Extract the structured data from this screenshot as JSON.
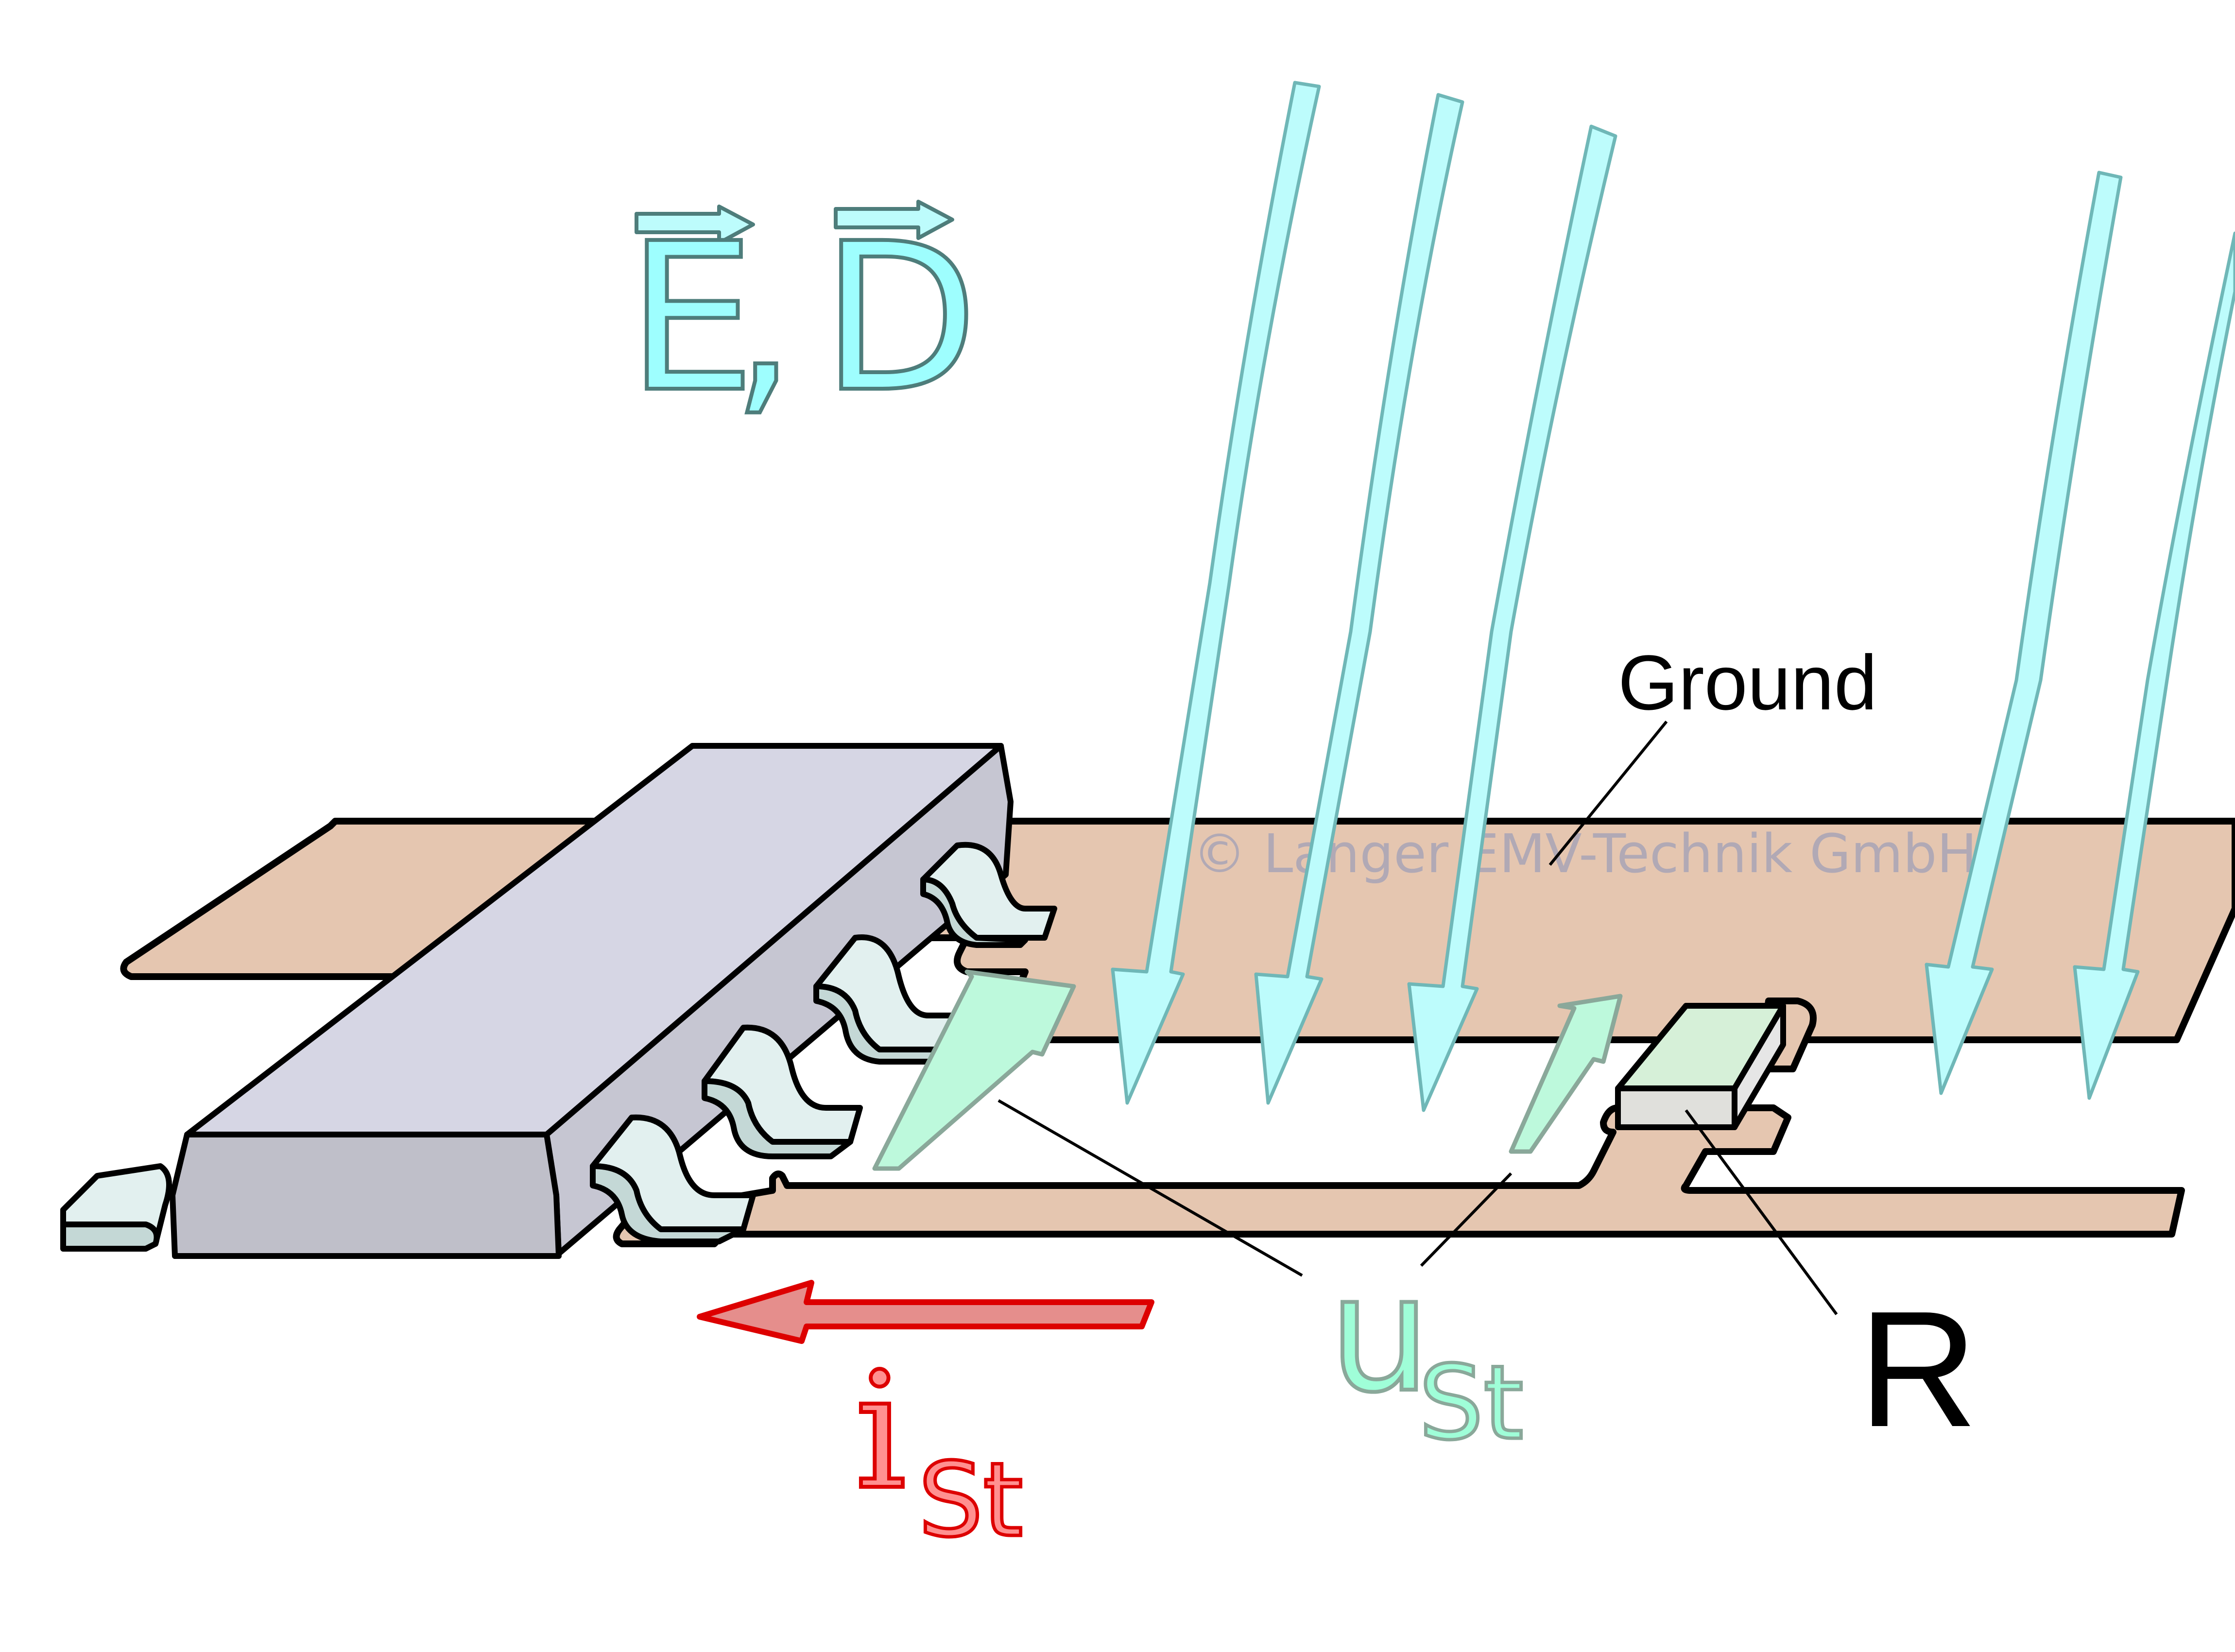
{
  "diagram": {
    "title": "Electric field coupling into PCB trace",
    "field_label": {
      "vector_1": "E",
      "separator": ",",
      "vector_2": "D"
    },
    "ground_label": "Ground",
    "resistor_label": "R",
    "voltage_label": {
      "main": "u",
      "sub": "St"
    },
    "current_label": {
      "main": "i",
      "sub": "St"
    },
    "watermark": "© Langer EMV-Technik GmbH",
    "colors": {
      "field_arrows": "#bdfcfc",
      "field_outline": "#6fb7b7",
      "voltage": "#9ffed8",
      "current": "#ff9090",
      "current_outline": "#dd0000",
      "pcb_copper": "#e5c6b0",
      "ic_body": "#d6d6e4",
      "resistor_top": "#d6f0d8"
    },
    "components": [
      {
        "name": "IC",
        "type": "SOIC package"
      },
      {
        "name": "R",
        "type": "SMD resistor"
      }
    ],
    "traces": [
      {
        "name": "Ground"
      },
      {
        "name": "Signal"
      }
    ],
    "field_arrow_count": 5,
    "voltage_arrow_count": 2
  }
}
